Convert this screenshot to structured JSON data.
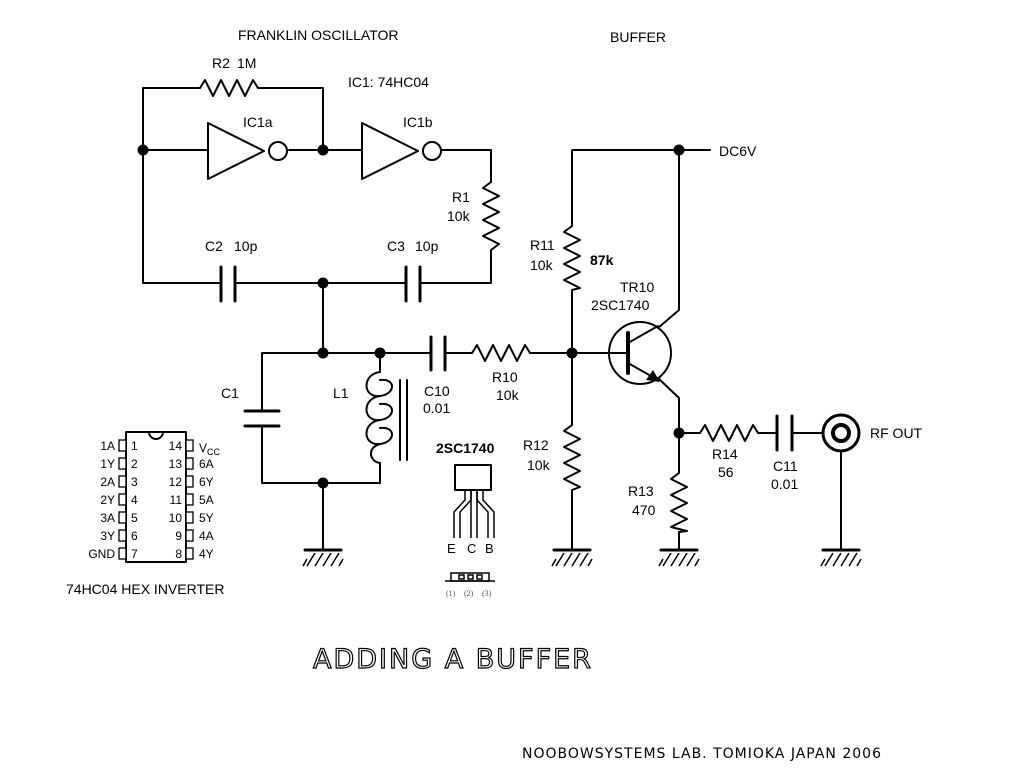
{
  "header": {
    "oscillator_title": "FRANKLIN OSCILLATOR",
    "buffer_title": "BUFFER"
  },
  "components": {
    "r2": {
      "name": "R2",
      "value": "1M"
    },
    "ic1": {
      "label": "IC1: 74HC04"
    },
    "ic1a": {
      "name": "IC1a"
    },
    "ic1b": {
      "name": "IC1b"
    },
    "r1": {
      "name": "R1",
      "value": "10k"
    },
    "c2": {
      "name": "C2",
      "value": "10p"
    },
    "c3": {
      "name": "C3",
      "value": "10p"
    },
    "c1": {
      "name": "C1"
    },
    "l1": {
      "name": "L1"
    },
    "c10": {
      "name": "C10",
      "value": "0.01"
    },
    "r10": {
      "name": "R10",
      "value": "10k"
    },
    "r11": {
      "name": "R11",
      "value": "10k",
      "annotation": "87k"
    },
    "r12": {
      "name": "R12",
      "value": "10k"
    },
    "tr10": {
      "name": "TR10",
      "part": "2SC1740"
    },
    "r13": {
      "name": "R13",
      "value": "470"
    },
    "r14": {
      "name": "R14",
      "value": "56"
    },
    "c11": {
      "name": "C11",
      "value": "0.01"
    },
    "supply": "DC6V",
    "output": "RF OUT"
  },
  "ic_pinout": {
    "caption": "74HC04 HEX INVERTER",
    "vcc_base": "V",
    "vcc_sub": "CC",
    "left_pins": [
      {
        "name": "1A",
        "num": "1"
      },
      {
        "name": "1Y",
        "num": "2"
      },
      {
        "name": "2A",
        "num": "3"
      },
      {
        "name": "2Y",
        "num": "4"
      },
      {
        "name": "3A",
        "num": "5"
      },
      {
        "name": "3Y",
        "num": "6"
      },
      {
        "name": "GND",
        "num": "7"
      }
    ],
    "right_pins": [
      {
        "name": "",
        "num": "14"
      },
      {
        "name": "6A",
        "num": "13"
      },
      {
        "name": "6Y",
        "num": "12"
      },
      {
        "name": "5A",
        "num": "11"
      },
      {
        "name": "5Y",
        "num": "10"
      },
      {
        "name": "4A",
        "num": "9"
      },
      {
        "name": "4Y",
        "num": "8"
      }
    ]
  },
  "transistor_package": {
    "title": "2SC1740",
    "pins": [
      "E",
      "C",
      "B"
    ],
    "pin_numbers": [
      "(1)",
      "(2)",
      "(3)"
    ]
  },
  "title": "ADDING A BUFFER",
  "footer": "NOOBOWSYSTEMS LAB. TOMIOKA JAPAN 2006"
}
